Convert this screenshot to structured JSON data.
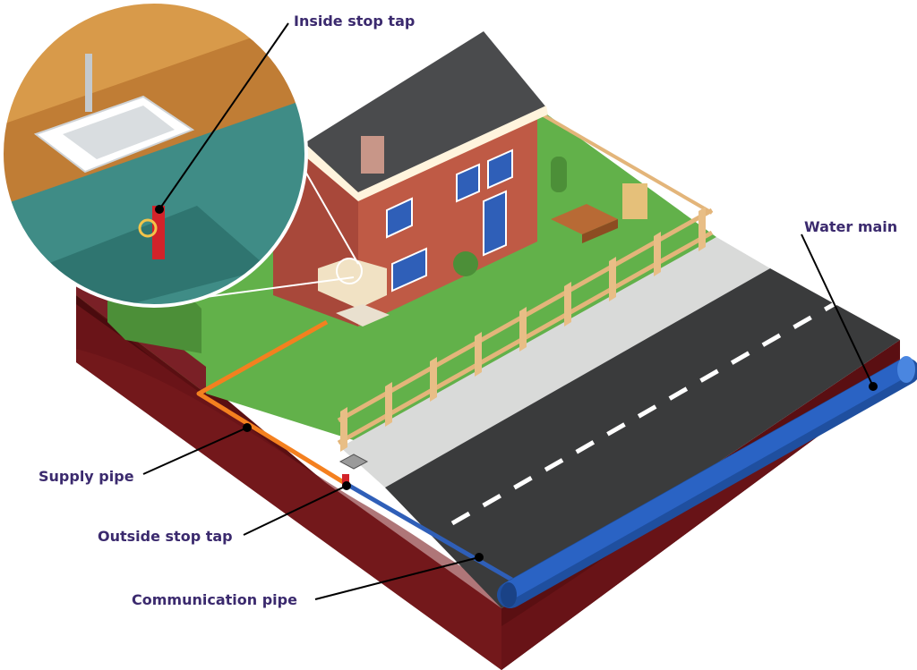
{
  "labels": {
    "inside_stop_tap": "Inside stop tap",
    "water_main": "Water main",
    "supply_pipe": "Supply pipe",
    "outside_stop_tap": "Outside stop tap",
    "communication_pipe": "Communication pipe"
  },
  "colors": {
    "label_text": "#3b2a6e",
    "grass": "#62b14a",
    "soil": "#5a0f12",
    "road": "#3a3b3c",
    "pavement": "#d9dad9",
    "brick": "#b5503c",
    "roof": "#4a4b4d",
    "supply_pipe": "#f4801f",
    "communication_pipe": "#2f5fb8",
    "water_main": "#2a63c4",
    "stop_tap": "#d2232a",
    "fence": "#e3b57a"
  }
}
